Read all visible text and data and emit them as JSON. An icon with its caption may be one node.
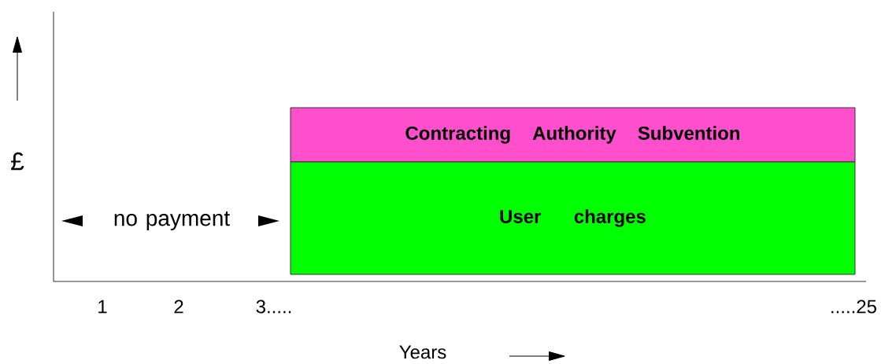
{
  "diagram": {
    "nodes": [
      {
        "text": [
          "Contracting Authority Subvention"
        ]
      },
      {
        "text": [
          "User charges"
        ]
      }
    ],
    "labels": [
      "£",
      "no payment",
      "1",
      "2",
      "3.....",
      ".....25",
      "Years"
    ]
  }
}
